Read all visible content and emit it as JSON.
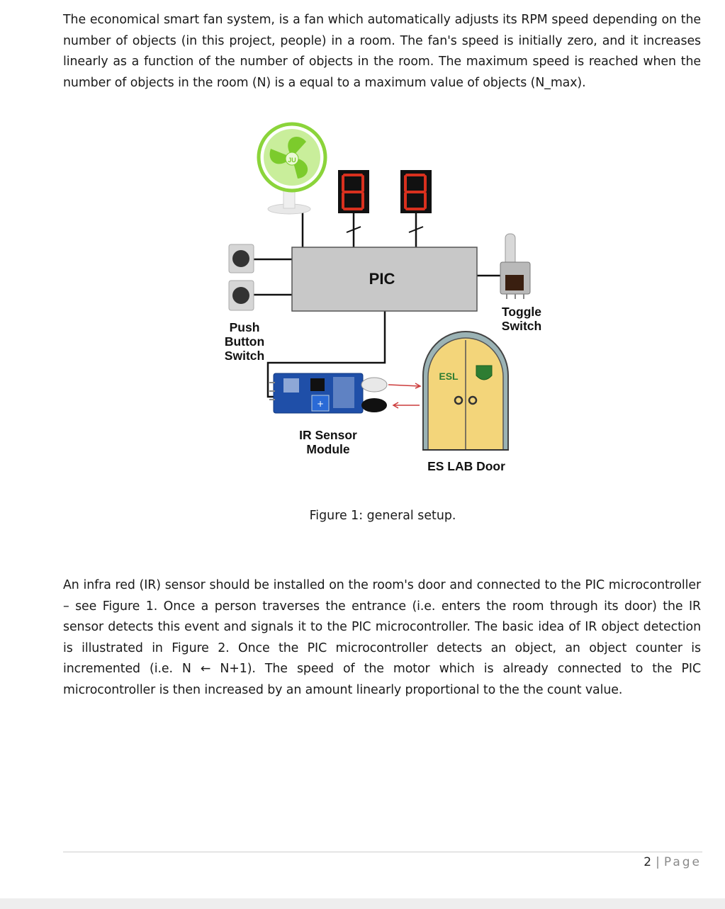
{
  "paragraphs": {
    "intro": "The economical smart fan system, is a fan which automatically adjusts its RPM speed depending on the number of objects (in this project, people) in a room. The fan's speed is initially zero, and it increases linearly as a function of the number of objects in the room. The maximum speed is reached when the number of objects in the room (N) is a  equal to a maximum value of objects (N_max).",
    "detection": "An infra red (IR) sensor should be installed on the room's door and connected to the PIC microcontroller – see Figure 1. Once a person traverses the entrance (i.e. enters the room through its door) the IR sensor detects this event and signals it to the PIC microcontroller. The basic idea of IR object detection is illustrated in Figure 2. Once the PIC microcontroller detects an object, an object counter is incremented (i.e. N ← N+1). The speed of the motor which is already connected to the PIC microcontroller is then increased by an amount linearly proportional to the the count value."
  },
  "figure": {
    "caption": "Figure 1: general setup.",
    "labels": {
      "pic": "PIC",
      "push_button_1": "Push",
      "push_button_2": "Button",
      "push_button_3": "Switch",
      "toggle_1": "Toggle",
      "toggle_2": "Switch",
      "ir_1": "IR Sensor",
      "ir_2": "Module",
      "door": "ES LAB Door",
      "esl": "ESL",
      "fan_logo": "JU"
    },
    "colors": {
      "pic_box": "#c8c8c8",
      "fan": "#8bd43a",
      "seven_segment": "#d9301e",
      "door": "#f3d57a",
      "door_frame": "#9bb3b5",
      "ir_board": "#1f4fa8"
    }
  },
  "footer": {
    "page_number": "2",
    "separator": "|",
    "page_word": "Page"
  }
}
